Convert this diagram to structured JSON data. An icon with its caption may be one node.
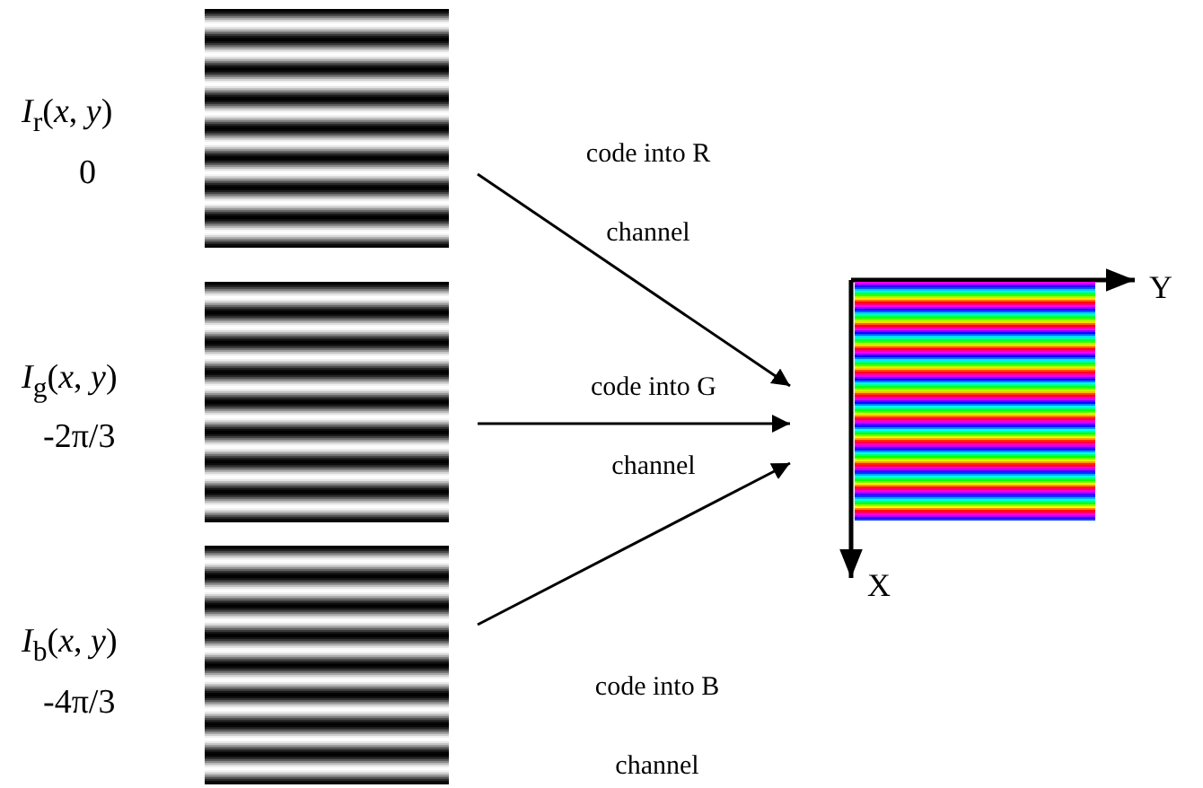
{
  "diagram": {
    "nodes": [
      {
        "text": [],
        "shape": "picture",
        "beside": [
          "*I*$_{r}$(*x*, *y*)",
          "0"
        ]
      },
      {
        "text": [],
        "shape": "picture",
        "beside": [
          "*I*$_{g}$(*x*, *y*)",
          "-2π/3"
        ]
      },
      {
        "text": [],
        "shape": "picture",
        "beside": [
          "*I*$_{b}$(*x*, *y*)",
          "-4π/3"
        ]
      },
      {
        "text": [],
        "shape": "picture"
      }
    ],
    "edges": [
      {
        "from": 0,
        "to": 3,
        "arrow": "to",
        "label": "code into R channel"
      },
      {
        "from": 1,
        "to": 3,
        "arrow": "to",
        "label": "code into G channel"
      },
      {
        "from": 2,
        "to": 3,
        "arrow": "to",
        "label": "code into B channel"
      }
    ],
    "labels": [
      "Y",
      "X"
    ]
  }
}
